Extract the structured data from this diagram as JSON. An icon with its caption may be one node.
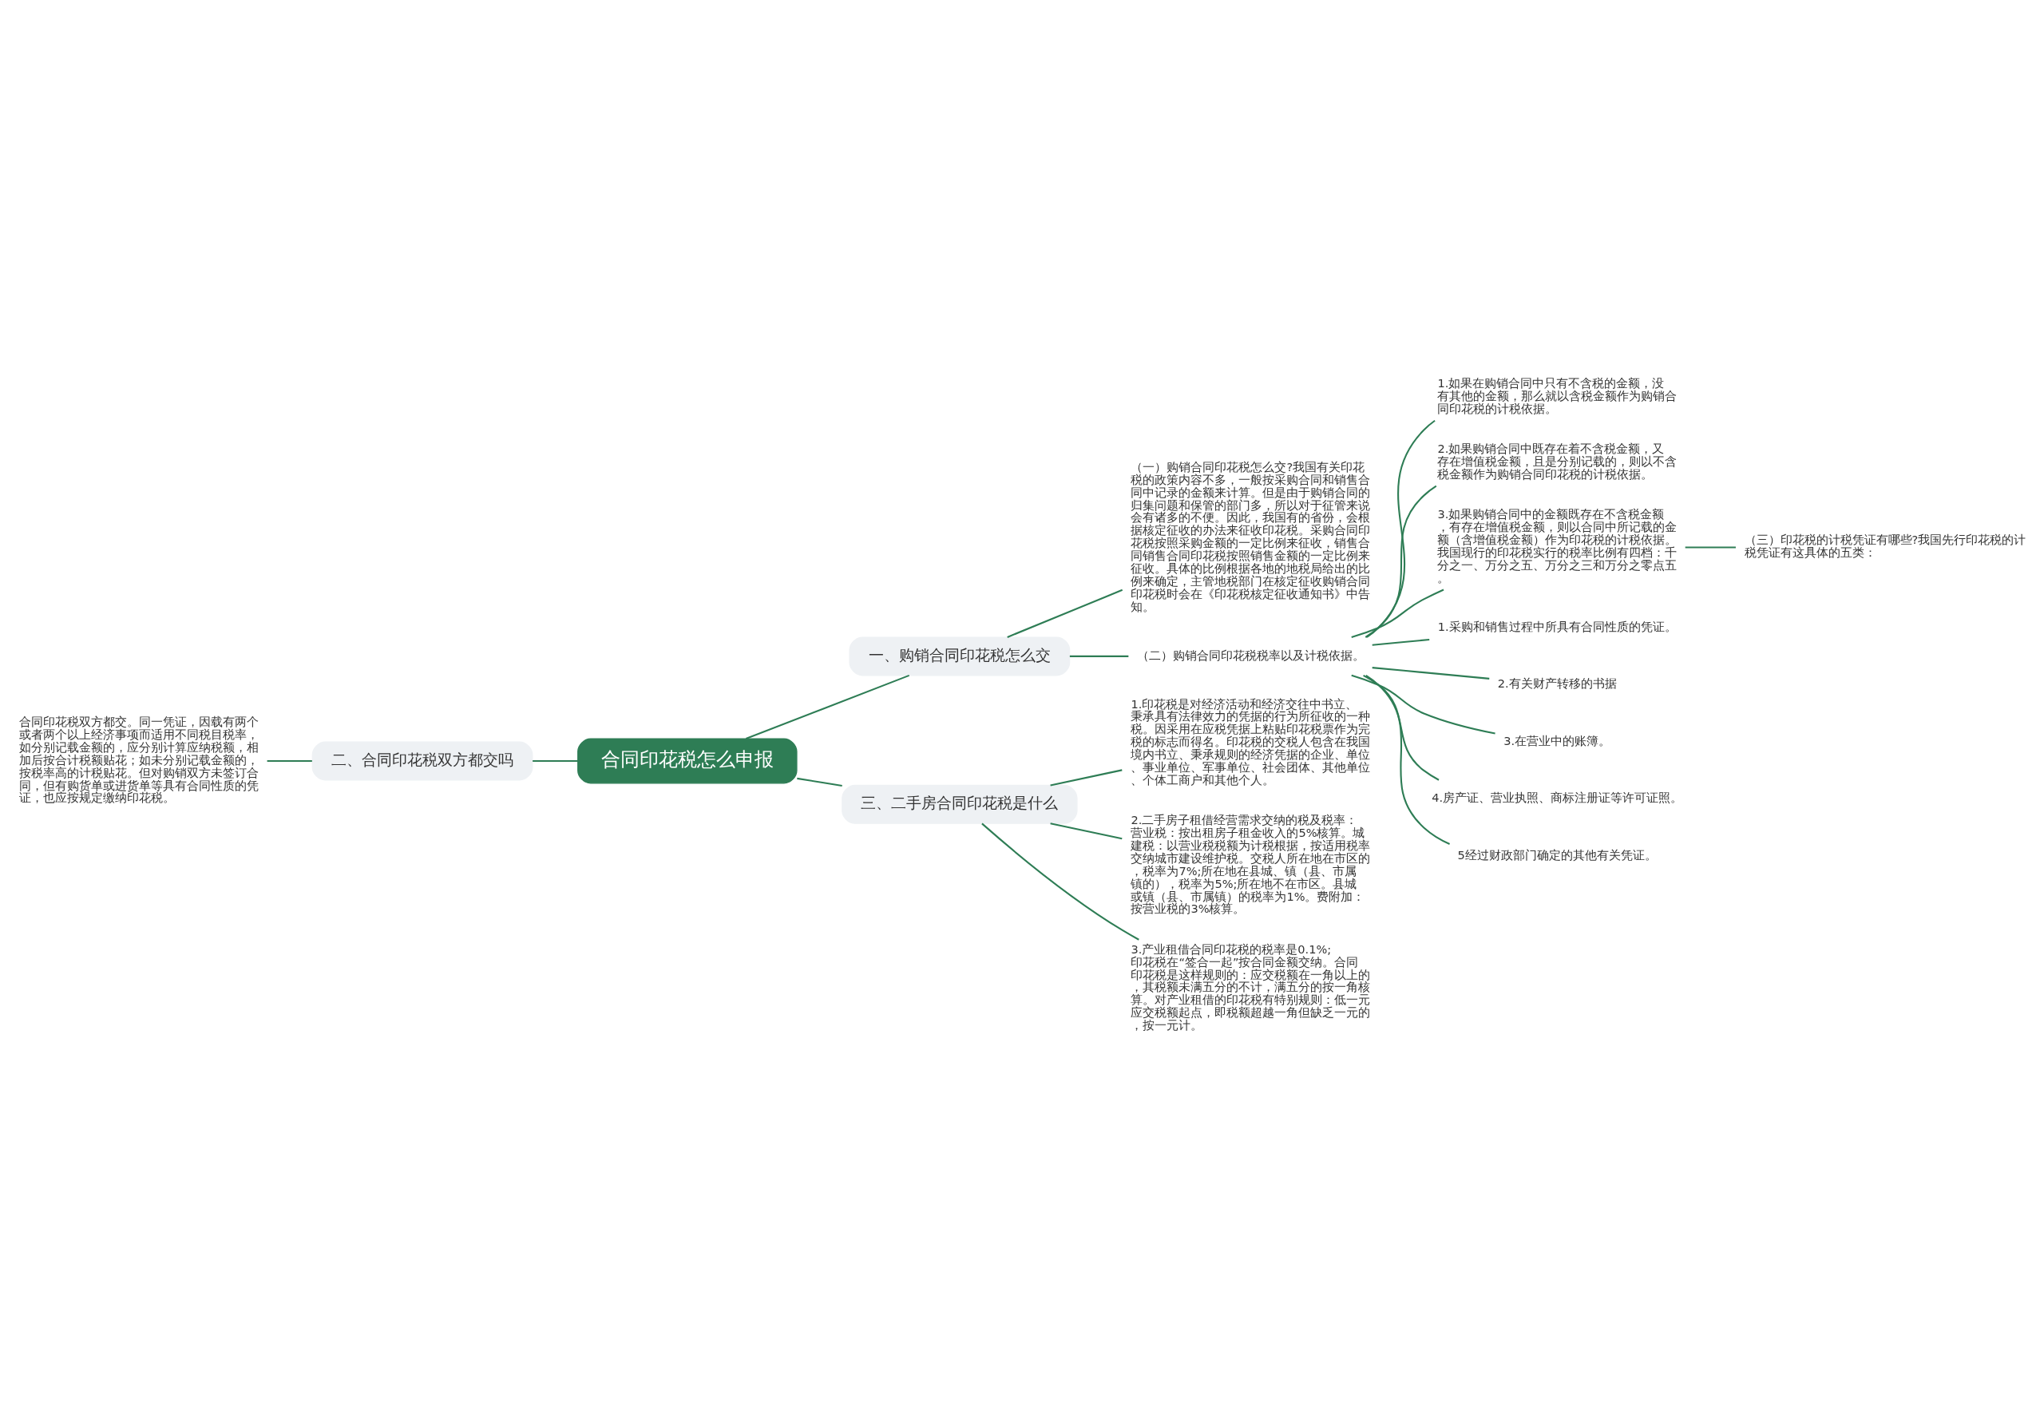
{
  "diagram": {
    "nodes": [
      {
        "text": [
          "合同印花税怎么申报"
        ]
      },
      {
        "text": [
          "一、购销合同印花税怎么交"
        ]
      },
      {
        "text": [
          "（一）购销合同印花税怎么交?我国有关印花税的政策内容不多，一般按采购合同和销售合同中记录的金额来计算。但是由于购销合同的归集问题和保管的部门多，所以对于征管来说会有诸多的不便。因此，我国有的省份，会根据核定征收的办法来征收印花税。采购合同印花税按照采购金额的一定比例来征收，销售合同销售合同印花税按照销售金额的一定比例来征收。具体的比例根据各地的地税局给出的比例来确定，主管地税部门在核定征收购销合同印花税时会在《印花税核定征收通知书》中告知。"
        ]
      },
      {
        "text": [
          "（二）购销合同印花税税率以及计税依据。"
        ]
      },
      {
        "text": [
          "1.如果在购销合同中只有不含税的金额，没有其他的金额，那么就以含税金额作为购销合同印花税的计税依据。"
        ]
      },
      {
        "text": [
          "2.如果购销合同中既存在着不含税金额，又存在增值税金额，且是分别记载的，则以不含税金额作为购销合同印花税的计税依据。"
        ]
      },
      {
        "text": [
          "3.如果购销合同中的金额既存在不含税金额，有存在增值税金额，则以合同中所记载的金额（含增值税金额）作为印花税的计税依据。我国现行的印花税实行的税率比例有四档：千分之一、万分之五、万分之三和万分之零点五。"
        ]
      },
      {
        "text": [
          "（三）印花税的计税凭证有哪些?我国先行印花税的计税凭证有这具体的五类："
        ]
      },
      {
        "text": [
          "1.采购和销售过程中所具有合同性质的凭证。"
        ]
      },
      {
        "text": [
          "2.有关财产转移的书据"
        ]
      },
      {
        "text": [
          "3.在营业中的账簿。"
        ]
      },
      {
        "text": [
          "4.房产证、营业执照、商标注册证等许可证照。"
        ]
      },
      {
        "text": [
          "5经过财政部门确定的其他有关凭证。"
        ]
      },
      {
        "text": [
          "二、合同印花税双方都交吗"
        ]
      },
      {
        "text": [
          "合同印花税双方都交。同一凭证，因载有两个或者两个以上经济事项而适用不同税目税率，如分别记载金额的，应分别计算应纳税额，相加后按合计税额贴花；如未分别记载金额的，按税率高的计税贴花。但对购销双方未签订合同，但有购货单或进货单等具有合同性质的凭证，也应按规定缴纳印花税。"
        ]
      },
      {
        "text": [
          "三、二手房合同印花税是什么"
        ]
      },
      {
        "text": [
          "1.印花税是对经济活动和经济交往中书立、秉承具有法律效力的凭据的行为所征收的一种税。因采用在应税凭据上粘贴印花税票作为完税的标志而得名。印花税的交税人包含在我国境内书立、秉承规则的经济凭据的企业、单位、事业单位、军事单位、社会团体、其他单位、个体工商户和其他个人。"
        ]
      },
      {
        "text": [
          "2.二手房子租借经营需求交纳的税及税率：营业税：按出租房子租金收入的5%核算。城建税：以营业税税额为计税根据，按适用税率交纳城市建设维护税。交税人所在地在市区的，税率为7%;所在地在县城、镇（县、市属镇的），税率为5%;所在地不在市区。县城或镇（县、市属镇）的税率为1%。费附加：按营业税的3%核算。"
        ]
      },
      {
        "text": [
          "3.产业租借合同印花税的税率是0.1%;印花税在“签合一起”按合同金额交纳。合同印花税是这样规则的：应交税额在一角以上的，其税额未满五分的不计，满五分的按一角核算。对产业租借的印花税有特别规则：低一元应交税额起点，即税额超越一角但缺乏一元的，按一元计。"
        ]
      }
    ],
    "edges": [
      {
        "from": 0,
        "to": 1,
        "arrow": "none"
      },
      {
        "from": 1,
        "to": 2,
        "arrow": "none"
      },
      {
        "from": 1,
        "to": 3,
        "arrow": "none"
      },
      {
        "from": 3,
        "to": 4,
        "arrow": "none"
      },
      {
        "from": 3,
        "to": 5,
        "arrow": "none"
      },
      {
        "from": 3,
        "to": 6,
        "arrow": "none"
      },
      {
        "from": 6,
        "to": 7,
        "arrow": "none"
      },
      {
        "from": 3,
        "to": 8,
        "arrow": "none"
      },
      {
        "from": 3,
        "to": 9,
        "arrow": "none"
      },
      {
        "from": 3,
        "to": 10,
        "arrow": "none"
      },
      {
        "from": 3,
        "to": 11,
        "arrow": "none"
      },
      {
        "from": 3,
        "to": 12,
        "arrow": "none"
      },
      {
        "from": 0,
        "to": 13,
        "arrow": "none"
      },
      {
        "from": 13,
        "to": 14,
        "arrow": "none"
      },
      {
        "from": 0,
        "to": 15,
        "arrow": "none"
      },
      {
        "from": 15,
        "to": 16,
        "arrow": "none"
      },
      {
        "from": 15,
        "to": 17,
        "arrow": "none"
      },
      {
        "from": 15,
        "to": 18,
        "arrow": "none"
      }
    ]
  }
}
